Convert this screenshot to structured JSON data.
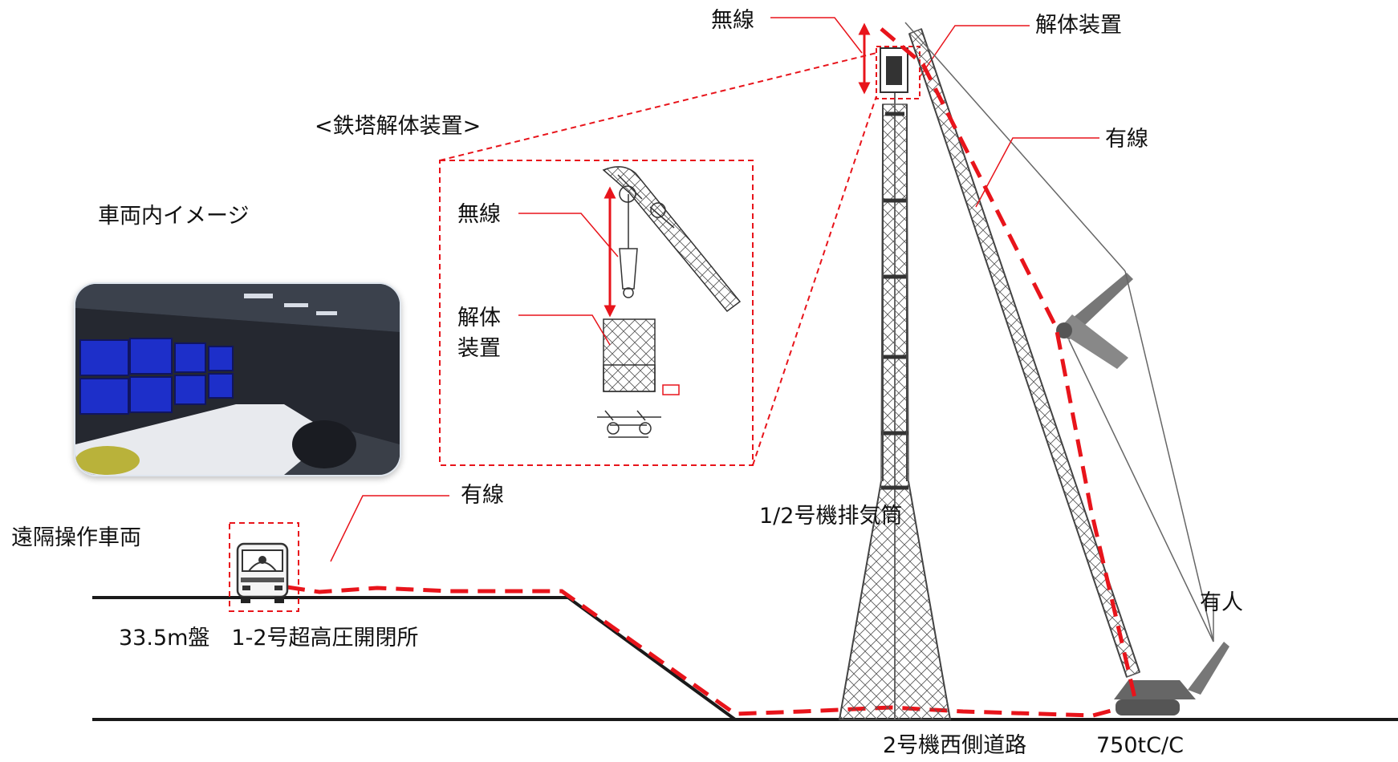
{
  "labels": {
    "wireless_top": "無線",
    "dismantling_device_top": "解体装置",
    "wired_crane": "有線",
    "tower_device_title": "<鉄塔解体装置>",
    "vehicle_interior": "車両内イメージ",
    "wireless_inset": "無線",
    "dismantling_device_inset": "解体\n装置",
    "wired_ground": "有線",
    "remote_vehicle": "遠隔操作車両",
    "exhaust_stack": "1/2号機排気筒",
    "manned": "有人",
    "site_level": "33.5m盤　1-2号超高圧開閉所",
    "west_road": "2号機西側道路",
    "crane_model": "750tC/C"
  },
  "colors": {
    "cable_red": "#e8141b",
    "line_black": "#1a1a1a",
    "screen_blue": "#1d2fc9",
    "structure_gray": "#444444"
  },
  "icons": {
    "vehicle": "bus-icon",
    "tower": "lattice-tower-icon",
    "crane": "crawler-crane-icon",
    "device": "dismantling-device-icon"
  }
}
